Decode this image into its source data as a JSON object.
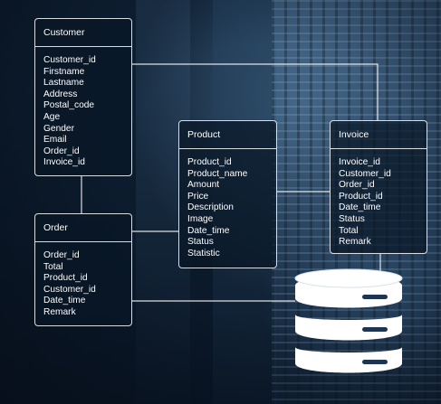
{
  "tables": [
    {
      "title": "Customer",
      "fields": [
        "Customer_id",
        "Firstname",
        "Lastname",
        "Address",
        "Postal_code",
        "Age",
        "Gender",
        "Email",
        "Order_id",
        "Invoice_id"
      ]
    },
    {
      "title": "Order",
      "fields": [
        "Order_id",
        "Total",
        "Product_id",
        "Customer_id",
        "Date_time",
        "Remark"
      ]
    },
    {
      "title": "Product",
      "fields": [
        "Product_id",
        "Product_name",
        "Amount",
        "Price",
        "Description",
        "Image",
        "Date_time",
        "Status",
        "Statistic"
      ]
    },
    {
      "title": "Invoice",
      "fields": [
        "Invoice_id",
        "Customer_id",
        "Order_id",
        "Product_id",
        "Date_time",
        "Status",
        "Total",
        "Remark"
      ]
    }
  ],
  "icons": [
    "database-icon"
  ],
  "colors": {
    "line": "#ffffff",
    "background": "#0c1c2e"
  }
}
